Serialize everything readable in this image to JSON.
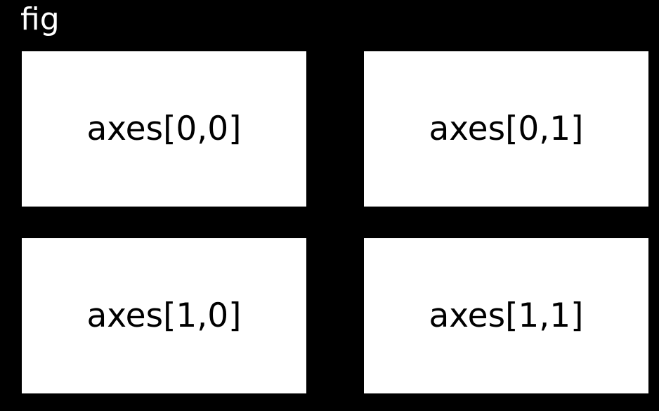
{
  "figure": {
    "label": "fig",
    "background_color": "#000000",
    "label_color": "#ffffff"
  },
  "axes": [
    {
      "label": "axes[0,0]"
    },
    {
      "label": "axes[0,1]"
    },
    {
      "label": "axes[1,0]"
    },
    {
      "label": "axes[1,1]"
    }
  ],
  "axes_style": {
    "background_color": "#ffffff",
    "text_color": "#000000"
  }
}
